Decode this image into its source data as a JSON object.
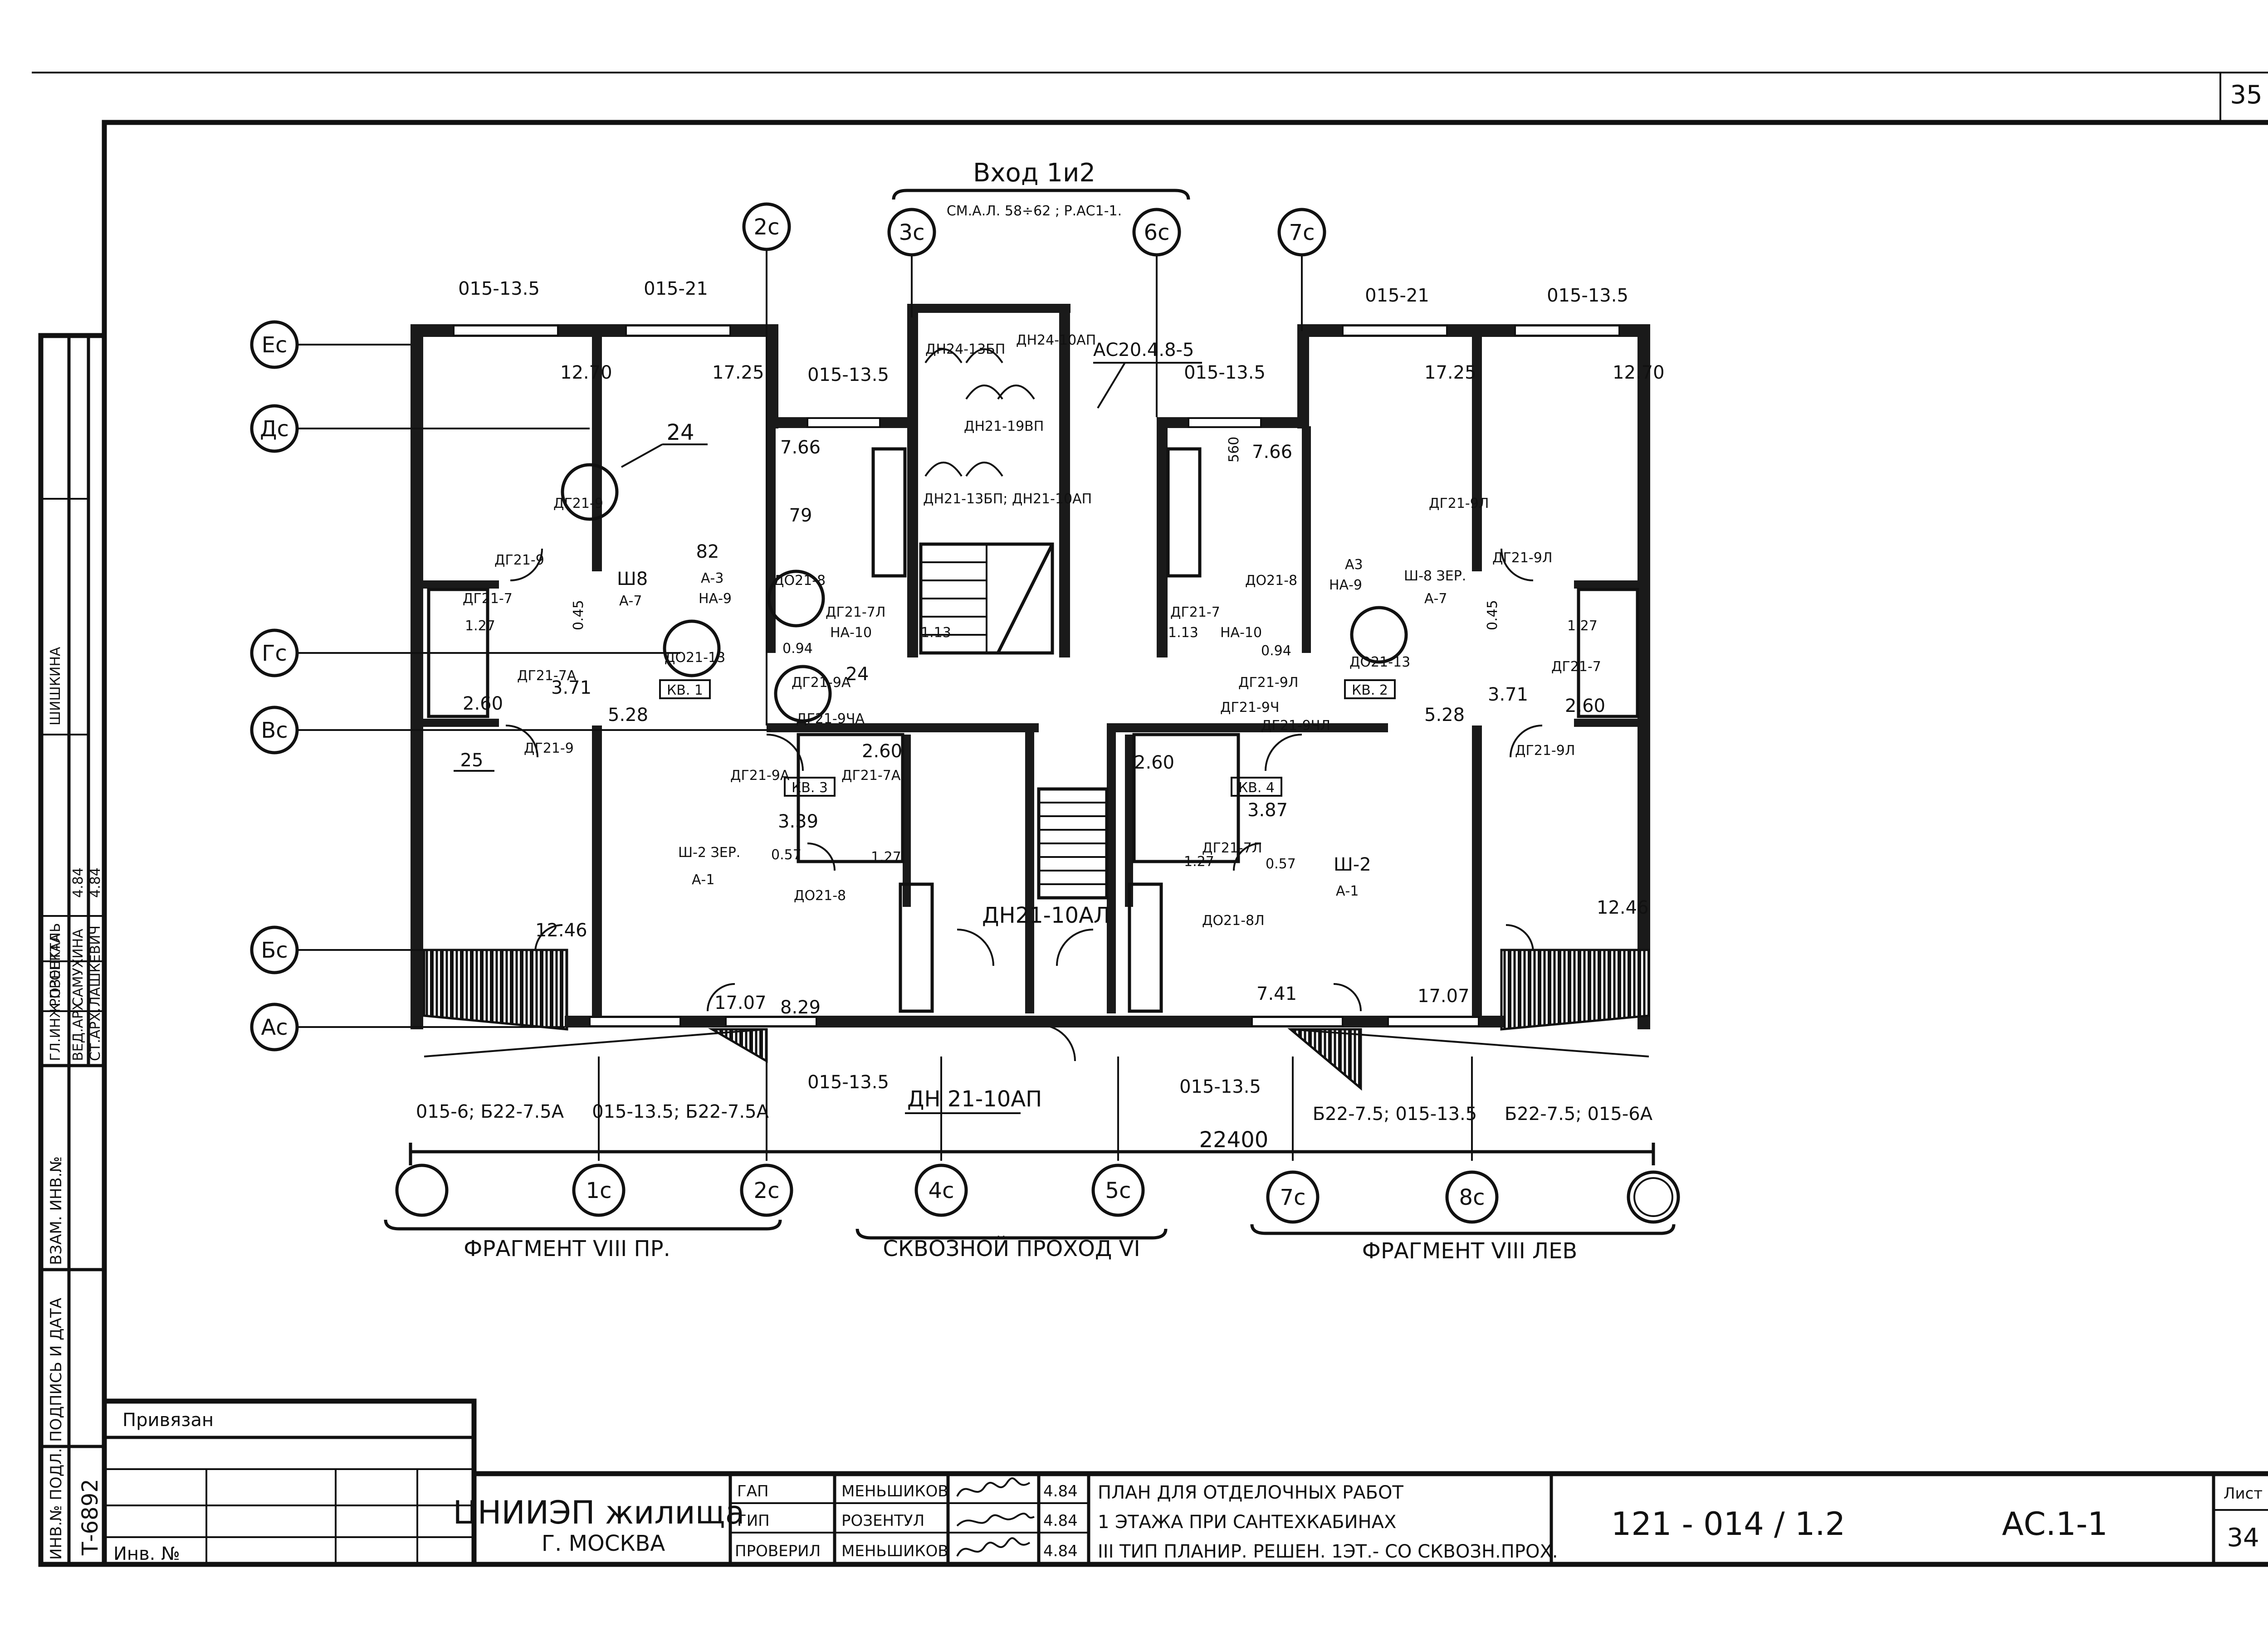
{
  "sheet_number": "35",
  "title": {
    "entry": "Вход 1и2",
    "entry_ref": "СМ.А.Л. 58÷62 ; Р.АС1-1."
  },
  "axes": {
    "rows": [
      "Ес",
      "Дс",
      "Гс",
      "Вс",
      "Бс",
      "Ас"
    ],
    "top": [
      "2с",
      "3с",
      "6с",
      "7с"
    ],
    "bottom": [
      "",
      "1с",
      "2с",
      "4с",
      "5с",
      "7с",
      "8с",
      ""
    ]
  },
  "windows_top": [
    "015-13.5",
    "015-21",
    "015-13.5",
    "015-13.5",
    "015-21",
    "015-13.5"
  ],
  "windows_bottom": [
    "015-6; Б22-7.5А",
    "015-13.5; Б22-7.5А",
    "015-13.5",
    "015-13.5",
    "Б22-7.5; 015-13.5",
    "Б22-7.5; 015-6А"
  ],
  "rooms": {
    "areas": [
      "12.70",
      "17.25",
      "17.25",
      "12.70",
      "7.66",
      "7.66",
      "3.71",
      "5.28",
      "5.28",
      "3.71",
      "2.60",
      "2.60",
      "2.60",
      "2.60",
      "3.39",
      "3.87",
      "12.46",
      "12.46",
      "17.07",
      "17.07",
      "8.29",
      "7.41",
      "1.27",
      "1.27",
      "1.27",
      "1.27",
      "1.13",
      "1.13",
      "0.94",
      "0.94",
      "0.45",
      "0.45",
      "0.57",
      "0.57",
      "560"
    ],
    "apartments": [
      "КВ. 1",
      "КВ. 2",
      "КВ. 3",
      "КВ. 4"
    ],
    "leaders": [
      "24",
      "82",
      "79",
      "25",
      "24"
    ]
  },
  "doors": [
    "ДГ21-9",
    "ДГ21-9",
    "ДГ21-9",
    "ДГ21-7",
    "ДГ21-7А",
    "ДГ21-7А",
    "ДГ21-9А",
    "ДГ21-9А",
    "ДГ21-9Л",
    "ДГ21-9Л",
    "ДГ21-9Л",
    "ДГ21-9Л",
    "ДГ21-9ЧЛ",
    "ДГ21-9Ч",
    "ДГ21-9ЧА",
    "ДГ21-7Л",
    "ДГ21-7",
    "ДГ21-7",
    "ДГ21-7Л",
    "ДО21-13",
    "ДО21-13",
    "ДО21-8",
    "ДО21-8",
    "ДО21-8",
    "ДО21-8Л",
    "А-3",
    "НА-9",
    "А3",
    "НА-9",
    "Ш8",
    "А-7",
    "Ш-8 ЗЕР.",
    "А-7",
    "Ш-2 ЗЕР.",
    "А-1",
    "Ш-2",
    "А-1",
    "НА-10",
    "НА-10",
    "АС20.4.8-5",
    "ДН24-13БП",
    "ДН24-10АП",
    "ДН21-19ВП",
    "ДН21-13БП; ДН21-10АП",
    "ДН21-10АЛ",
    "ДН 21-10АП"
  ],
  "dimension": "22400",
  "fragments": {
    "left": "ФРАГМЕНТ VIII ПР.",
    "middle": "СКВОЗНОЙ ПРОХОД VI",
    "right": "ФРАГМЕНТ VIII ЛЕВ"
  },
  "side_stamp": {
    "cells": [
      "ИНВ.№ ПОДЛ.",
      "ПОДПИСЬ И ДАТА",
      "ВЗАМ. ИНВ.№",
      "ГЛ.ИНЖ.ПРОЕКТА",
      "ВЕД.АРХ.",
      "СТ.АРХ.",
      "САМУХИНА",
      "ЛАШКЕВИЧ",
      "РОЗЕНТАЛЬ",
      "ШИШКИНА",
      "4.84",
      "4.84"
    ],
    "inv_value": "Т-6892"
  },
  "title_block": {
    "attached": "Привязан",
    "inv_no": "Инв. №",
    "org_name": "ЦНИИЭП жилища",
    "org_city": "Г. МОСКВА",
    "roles": [
      {
        "role": "ГАП",
        "name": "МЕНЬШИКОВ",
        "date": "4.84"
      },
      {
        "role": "ГИП",
        "name": "РОЗЕНТУЛ",
        "date": "4.84"
      },
      {
        "role": "ПРОВЕРИЛ",
        "name": "МЕНЬШИКОВ",
        "date": "4.84"
      }
    ],
    "desc": [
      "ПЛАН ДЛЯ ОТДЕЛОЧНЫХ РАБОТ",
      "1 ЭТАЖА ПРИ САНТЕХКАБИНАХ",
      "III ТИП ПЛАНИР. РЕШЕН. 1ЭТ.- СО СКВОЗН.ПРОХ."
    ],
    "code": "121 - 014 / 1.2",
    "sheet_id": "АС.1-1",
    "list_label": "Лист",
    "list_no": "34"
  }
}
